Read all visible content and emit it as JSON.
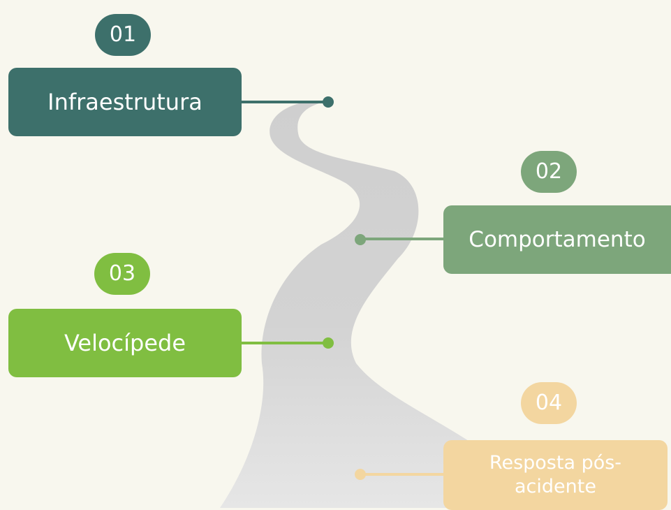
{
  "colors": {
    "background": "#f8f7ee",
    "road": "#d2d2d2",
    "step1": "#3d706b",
    "step2": "#7da67b",
    "step3": "#80be41",
    "step4": "#f3d6a0"
  },
  "steps": [
    {
      "number": "01",
      "label": "Infraestrutura"
    },
    {
      "number": "02",
      "label": "Comportamento"
    },
    {
      "number": "03",
      "label": "Velocípede"
    },
    {
      "number": "04",
      "label": "Resposta pós-acidente"
    }
  ]
}
